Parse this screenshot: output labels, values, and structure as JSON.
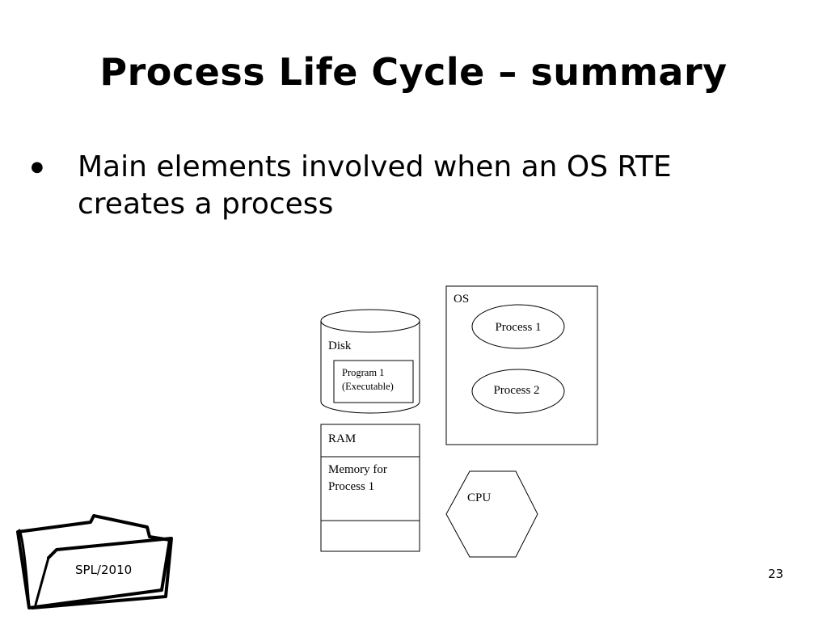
{
  "slide": {
    "title": "Process Life Cycle – summary",
    "bullet_symbol": "●",
    "bullet_text": "Main elements involved when an OS RTE creates a process"
  },
  "diagram": {
    "disk": {
      "label": "Disk",
      "program": {
        "line1": "Program 1",
        "line2": "(Executable)"
      }
    },
    "ram": {
      "label": "RAM",
      "memory_line1": "Memory for",
      "memory_line2": "Process 1"
    },
    "os": {
      "label": "OS",
      "processes": [
        "Process 1",
        "Process 2"
      ]
    },
    "cpu": {
      "label": "CPU"
    }
  },
  "footer": {
    "label": "SPL/2010",
    "page_number": "23"
  }
}
